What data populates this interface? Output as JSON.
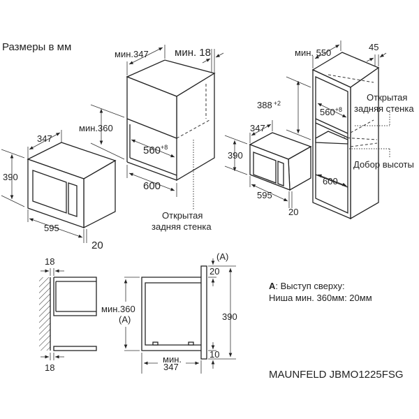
{
  "title": "Размеры в мм",
  "view_microwave_left": {
    "depth": "347",
    "height": "390",
    "width": "595",
    "panel": "20"
  },
  "view_cabinet_wall": {
    "min_depth": "мин.347",
    "min_side": "мин. 18",
    "min_height": "мин.360",
    "niche_width": "560",
    "niche_tol": "+8",
    "cabinet_width": "600",
    "note_line1": "Открытая",
    "note_line2": "задняя стенка"
  },
  "view_column": {
    "min_depth": "мин. 550",
    "side": "45",
    "niche_height": "388",
    "niche_height_tol": "+2",
    "niche_width": "560",
    "niche_tol": "+8",
    "note_line1": "Открытая",
    "note_line2": "задняя стенка",
    "height_filler": "Добор высоты",
    "cabinet_width": "600"
  },
  "view_microwave_right": {
    "depth": "347",
    "height": "390",
    "width": "595",
    "panel": "20"
  },
  "section_wall": {
    "top_thickness": "18",
    "bottom_thickness": "18"
  },
  "section_side": {
    "min_niche": "мин.360",
    "min_niche_ref": "(A)",
    "top_ref": "(A)",
    "top_overhang": "20",
    "height": "390",
    "bottom_overhang": "10",
    "min_depth_line1": "мин.",
    "min_depth_line2": "347"
  },
  "note": {
    "line1_key": "A",
    "line1": ": Выступ сверху:",
    "line2": "Ниша мин. 360мм: 20мм"
  },
  "model": "MAUNFELD JBMO1225FSG"
}
